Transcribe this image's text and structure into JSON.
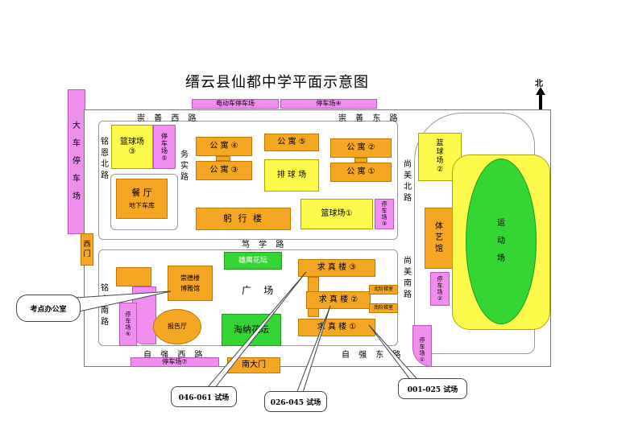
{
  "title": "缙云县仙都中学平面示意图",
  "north": "北",
  "roads": {
    "chongshan_west": "崇 善 西 路",
    "chongshan_east": "崇 善 东 路",
    "mingen_north": "铭恩北路",
    "wushi": "务实路",
    "shangmei_north": "尚美北路",
    "duxue": "笃 学 路",
    "shangmei_south": "尚美南路",
    "mingzhi_south": "铭志南路",
    "ziqiang_west": "自 强 西 路",
    "ziqiang_east": "自 强 东 路"
  },
  "buildings": {
    "ebike_parking": "电动车停车场",
    "parking4": "停车场④",
    "big_parking": "大车停车场",
    "basketball3": "篮球场\n③",
    "parking5": "停车场⑤",
    "apt4": "公 寓 ④",
    "apt3": "公 寓 ③",
    "apt5": "公 寓 ⑤",
    "volleyball": "排 球 场",
    "apt2": "公 寓 ②",
    "apt1": "公 寓 ①",
    "basketball2": "篮球场②",
    "canteen": "餐 厅",
    "underground_garage": "地下车库",
    "gongxing": "躬 行 楼",
    "basketball1": "篮球场①",
    "parking3": "停车场③",
    "tiyi": "体艺馆",
    "stadium": "运动场",
    "west_gate": "西门",
    "xiongying_garden": "雄鹰花坛",
    "chongde": "崇德楼",
    "bowen": "博雅馆",
    "square": "广    场",
    "qiuzhen3": "求 真 楼 ③",
    "qiuzhen2": "求 真 楼 ②",
    "qiuzhen1": "求 真 楼 ①",
    "north_stair": "北阶梯室",
    "south_stair": "南阶梯室",
    "parking2": "停车场②",
    "parking6": "停车场⑥",
    "lecture_hall": "报告厅",
    "haina_garden": "海纳花坛",
    "parking7": "停车场⑦",
    "south_gate": "南大门",
    "parking1": "停车场①"
  },
  "callouts": {
    "exam_office": "考点办公室",
    "rooms_046_061": "046-061 试场",
    "rooms_026_045": "026-045 试场",
    "rooms_001_025": "001-025 试场"
  }
}
